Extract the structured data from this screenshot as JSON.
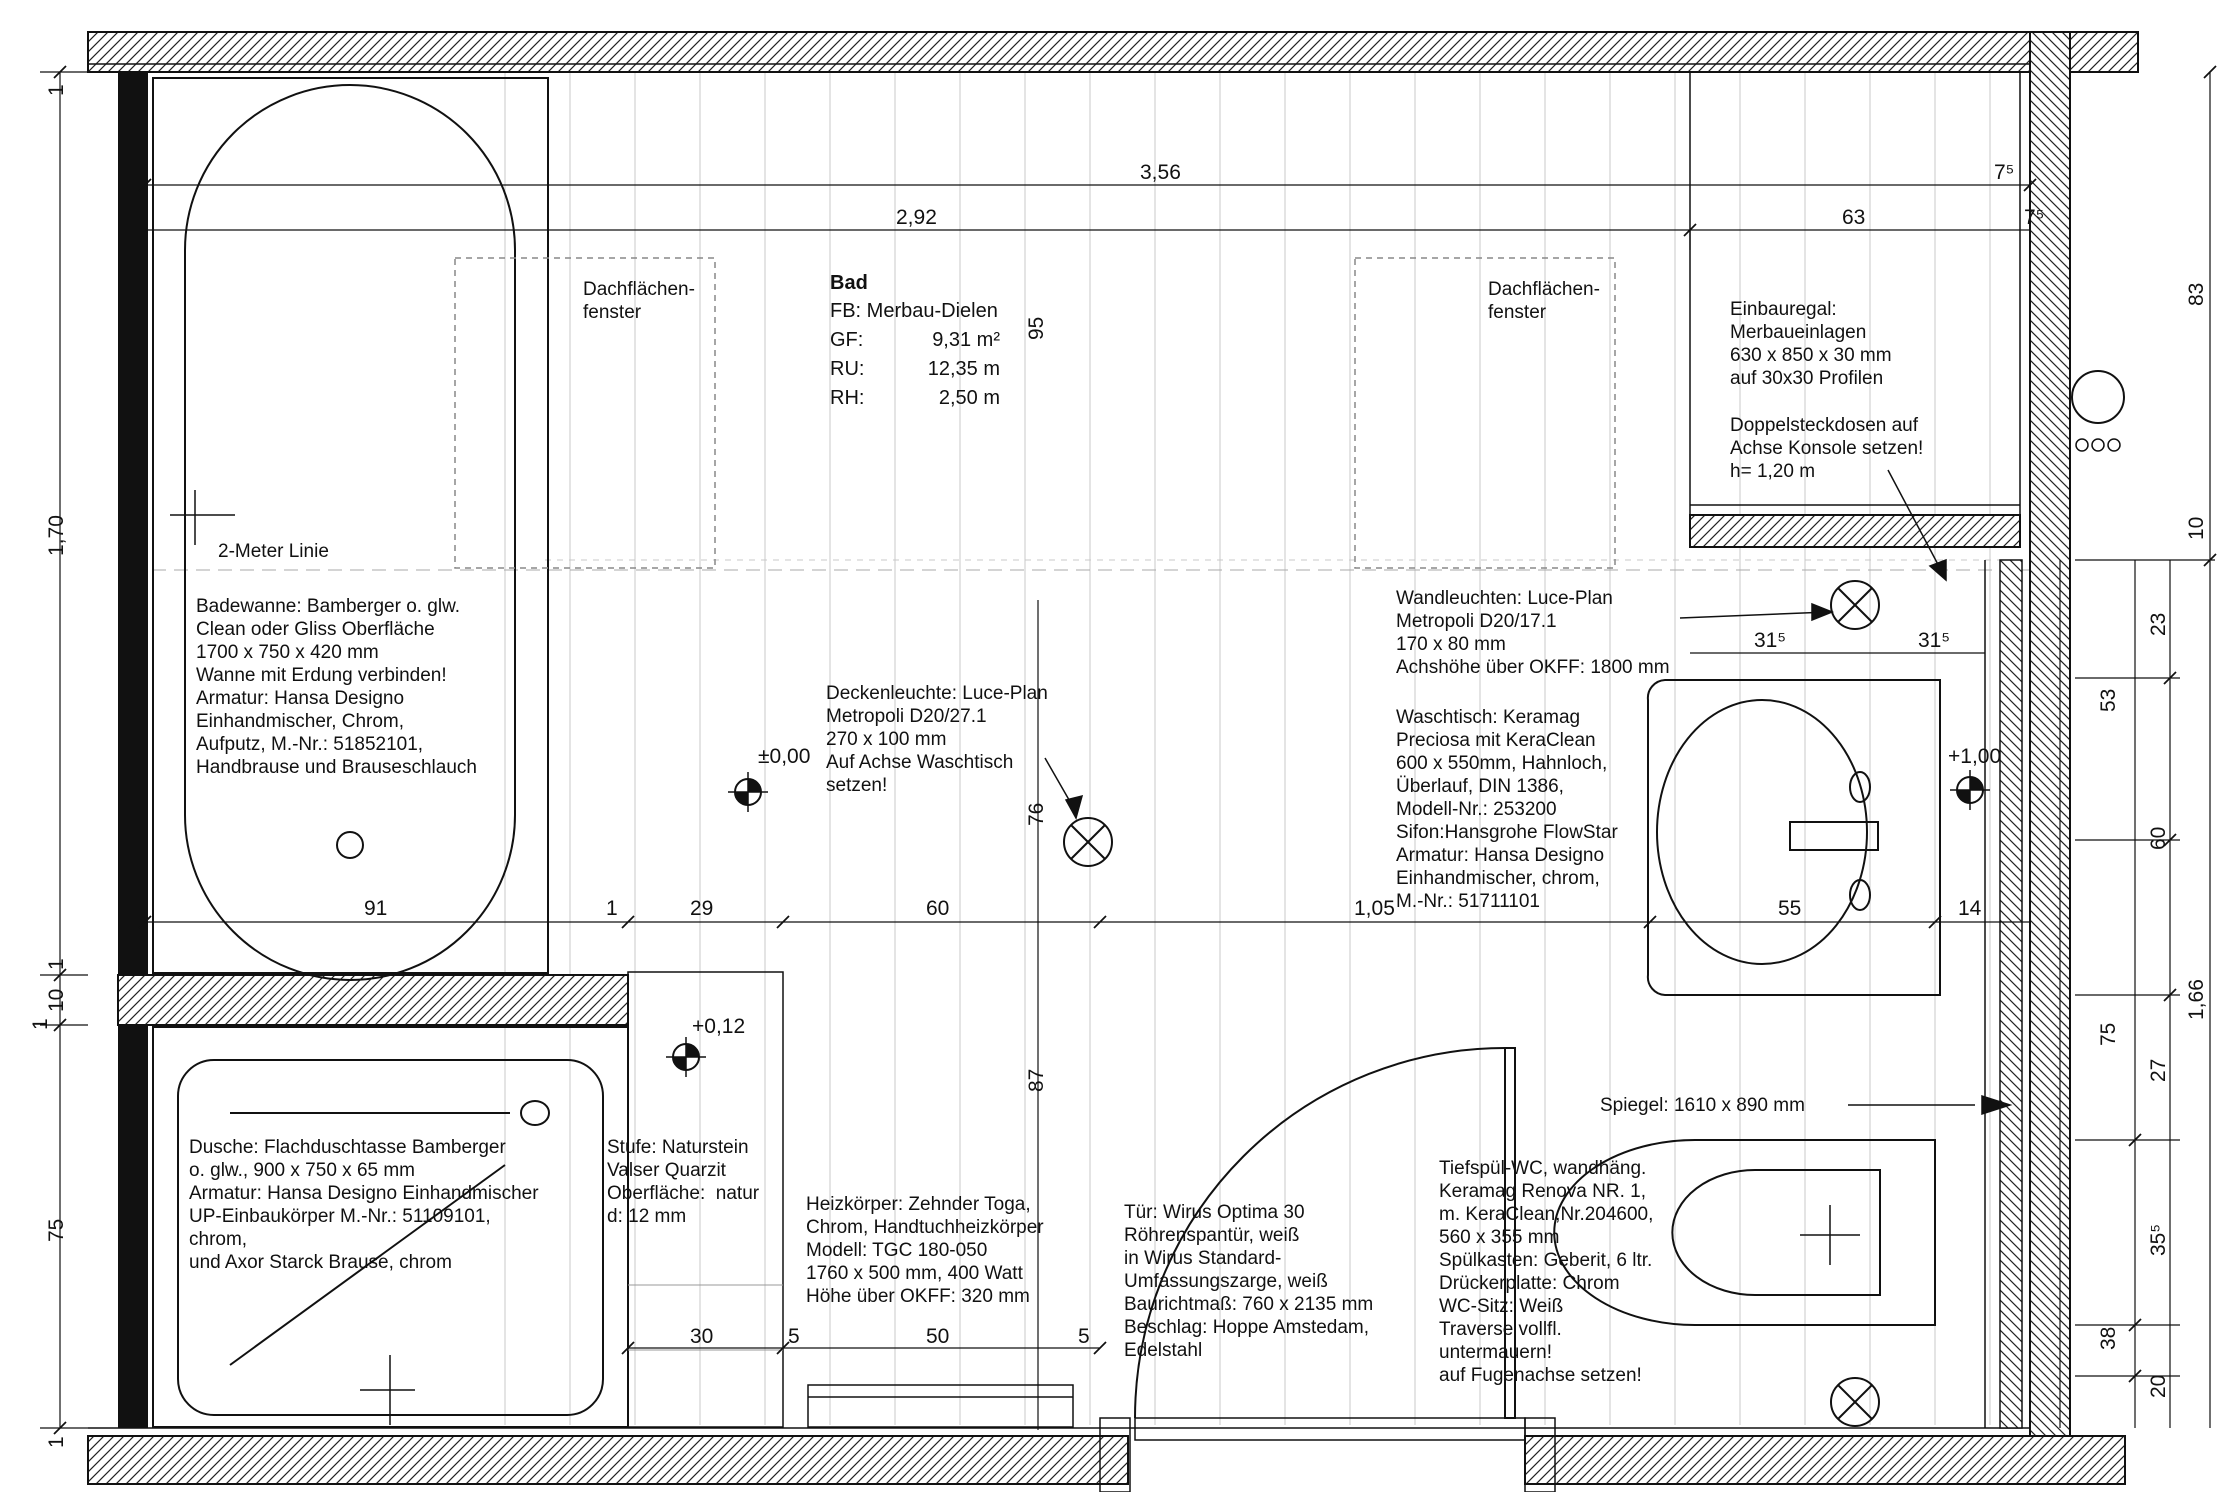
{
  "room": {
    "name": "Bad",
    "floor": "FB: Merbau-Dielen",
    "stats": [
      {
        "key": "GF:",
        "value": "9,31 m²"
      },
      {
        "key": "RU:",
        "value": "12,35 m"
      },
      {
        "key": "RH:",
        "value": "2,50 m"
      }
    ]
  },
  "labels": {
    "skylight_left": "Dachflächen-\nfenster",
    "skylight_right": "Dachflächen-\nfenster",
    "shelf": "Einbauregal:\nMerbaueinlagen\n630 x 850 x 30 mm\nauf 30x30 Profilen",
    "sockets": "Doppelsteckdosen auf\nAchse Konsole setzen!\nh= 1,20 m",
    "two_meter_line": "2-Meter Linie",
    "bathtub": "Badewanne: Bamberger o. glw.\nClean oder Gliss Oberfläche\n1700 x 750 x 420 mm\nWanne mit Erdung verbinden!\nArmatur: Hansa Designo\nEinhandmischer, Chrom,\nAufputz, M.-Nr.: 51852101,\nHandbrause und Brauseschlauch",
    "wall_lights": "Wandleuchten: Luce-Plan\nMetropoli D20/17.1\n170 x 80 mm\nAchshöhe über OKFF: 1800 mm",
    "ceiling_light": "Deckenleuchte: Luce-Plan\nMetropoli D20/27.1\n270 x 100 mm\nAuf Achse Waschtisch\nsetzen!",
    "washbasin": "Waschtisch: Keramag\nPreciosa mit KeraClean\n600 x 550mm, Hahnloch,\nÜberlauf, DIN 1386,\nModell-Nr.: 253200\nSifon:Hansgrohe FlowStar\nArmatur: Hansa Designo\nEinhandmischer, chrom,\nM.-Nr.: 51711101",
    "shower": "Dusche: Flachduschtasse Bamberger\no. glw., 900 x 750 x 65 mm\nArmatur: Hansa Designo Einhandmischer\nUP-Einbaukörper M.-Nr.: 51109101,\nchrom,\nund Axor Starck Brause, chrom",
    "step": "Stufe: Naturstein\nValser Quarzit\nOberfläche:  natur\nd: 12 mm",
    "radiator": "Heizkörper: Zehnder Toga,\nChrom, Handtuchheizkörper\nModell: TGC 180-050\n1760 x 500 mm, 400 Watt\nHöhe über OKFF: 320 mm",
    "door": "Tür: Wirus Optima 30\nRöhrenspantür, weiß\nin Wirus Standard-\nUmfassungszarge, weiß\nBaurichtmaß: 760 x 2135 mm\nBeschlag: Hoppe Amstedam,\nEdelstahl",
    "wc": "Tiefspül-WC, wandhäng.\nKeramag Renova NR. 1,\nm. KeraClean,Nr.204600,\n560 x 355 mm\nSpülkasten: Geberit, 6 ltr.\nDrückerplatte: Chrom\nWC-Sitz: Weiß\nTraverse vollfl.\nuntermauern!\nauf Fugenachse setzen!",
    "mirror": "Spiegel: 1610 x 890 mm"
  },
  "levels": {
    "l1": "±0,00",
    "l2": "+0,12",
    "l3": "+1,00"
  },
  "dims": {
    "h356": "3,56",
    "h292": "2,92",
    "h63": "63",
    "h75a": "7⁵",
    "h75b": "7⁵",
    "h315a": "31⁵",
    "h315b": "31⁵",
    "h91": "91",
    "h1": "1",
    "h29": "29",
    "h60": "60",
    "h105": "1,05",
    "h55": "55",
    "h14": "14",
    "h30": "30",
    "h5a": "5",
    "h50": "50",
    "h5b": "5",
    "v95": "95",
    "v76": "76",
    "v87": "87",
    "v170": "1,70",
    "v1a": "1",
    "v1b": "1",
    "v10l": "10",
    "v1c": "1",
    "v75l": "75",
    "v1d": "1",
    "v83": "83",
    "v10r": "10",
    "v23": "23",
    "v53": "53",
    "v60": "60",
    "v166": "1,66",
    "v75r": "75",
    "v27": "27",
    "v355": "35⁵",
    "v38": "38",
    "v20": "20"
  }
}
